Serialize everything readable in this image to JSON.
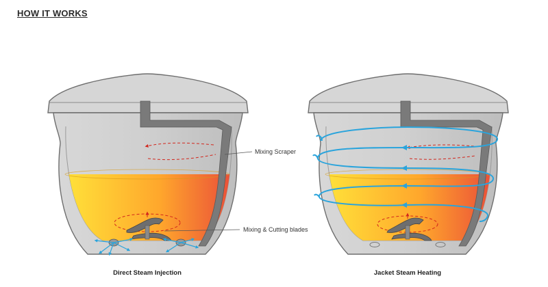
{
  "heading": "HOW IT WORKS",
  "labels": {
    "mixing_scraper": "Mixing Scraper",
    "mixing_blades": "Mixing & Cutting blades"
  },
  "captions": {
    "left": "Direct Steam Injection",
    "right": "Jacket Steam Heating"
  },
  "colors": {
    "vessel": "#c9c9c9",
    "vessel_edge": "#6e6e6e",
    "scraper": "#7a7a7a",
    "fill_hot": "#e8453a",
    "fill_warm": "#ffd43a",
    "steam_blue": "#2aa4dc",
    "arrow_red": "#d2261c"
  },
  "icons": [
    "mixing-blade-icon",
    "steam-nozzle-icon"
  ]
}
